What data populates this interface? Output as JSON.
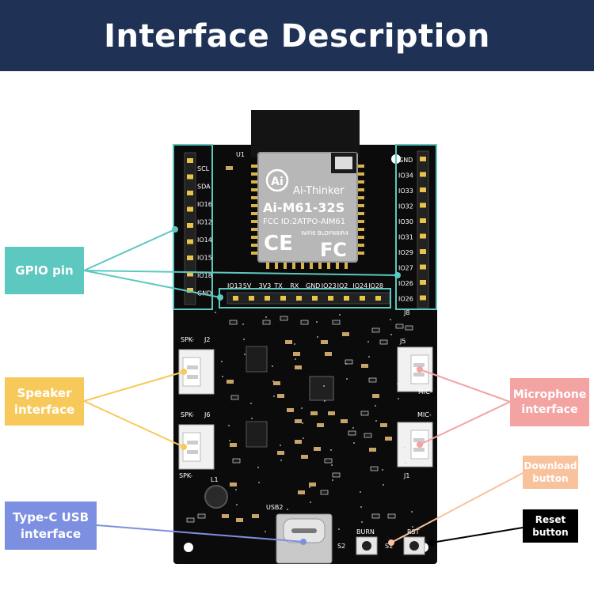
{
  "header": {
    "title": "Interface Description"
  },
  "labels": {
    "gpio": "GPIO pin",
    "speaker": "Speaker interface",
    "microphone": "Microphone interface",
    "typec": "Type-C USB interface",
    "download": "Download button",
    "reset": "Reset button"
  },
  "module": {
    "brand": "Ai-Thinker",
    "model": "Ai-M61-32S",
    "fcc": "FCC ID:2ATPO-AIM61",
    "wifi": "WiFi6  BLOFN8IR4",
    "ce": "CE",
    "fc": "FC",
    "logo": "Ai"
  },
  "silkscreen": {
    "left_header": [
      "SCL",
      "SDA",
      "IO16",
      "IO12",
      "IO14",
      "IO15",
      "IO18",
      "GND"
    ],
    "right_header": [
      "GND",
      "IO34",
      "IO33",
      "IO32",
      "IO30",
      "IO31",
      "IO29",
      "IO27",
      "IO26",
      "IO26"
    ],
    "bottom_header": [
      "IO13",
      "5V",
      "3V3",
      "TX",
      "RX",
      "GND",
      "IO23",
      "IO2",
      "IO24",
      "IO28"
    ],
    "connectors": {
      "spk_top": "SPK-",
      "spk_bottom": "SPK-",
      "mic_top": "MIC-",
      "mic_bottom": "MIC-",
      "j2": "J2",
      "j6": "J6",
      "j5": "J5",
      "j1": "J1",
      "j8": "J8",
      "u1": "U1"
    },
    "usb": "USB2",
    "boot": "BURN",
    "rst": "RST",
    "s1": "S1",
    "s2": "S2",
    "l1": "L1"
  },
  "colors": {
    "header_bg": "#1f3256",
    "gpio": "#5dc8c0",
    "speaker": "#f7c95a",
    "microphone": "#f4a3a3",
    "typec": "#7d8fe0",
    "download": "#f8c29c",
    "reset": "#000000",
    "pcb": "#0a0a0a"
  }
}
